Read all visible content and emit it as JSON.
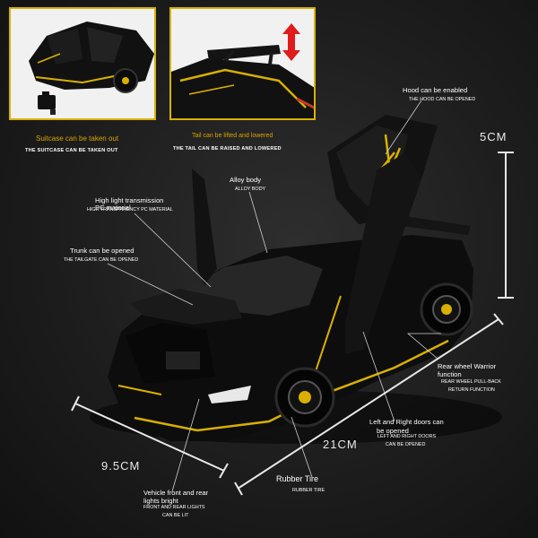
{
  "captions": {
    "suitcase_title": "Suitcase can be taken out",
    "suitcase_sub": "THE SUITCASE CAN BE TAKEN OUT",
    "tail_title": "Tail can be lifted and lowered",
    "tail_sub": "THE TAIL CAN BE RAISED AND LOWERED"
  },
  "callouts": {
    "hood_title": "Hood can be enabled",
    "hood_sub": "THE HOOD CAN BE OPENED",
    "alloy_title": "Alloy body",
    "alloy_sub": "ALLOY BODY",
    "pc_title_1": "High light transmission",
    "pc_title_2": "PC material",
    "pc_sub": "HIGH TRANSPARENCY PC MATERIAL",
    "trunk_title": "Trunk can be opened",
    "trunk_sub": "THE TAILGATE CAN BE OPENED",
    "rear_title_1": "Rear wheel Warrior",
    "rear_title_2": "function",
    "rear_sub_1": "REAR WHEEL PULL-BACK",
    "rear_sub_2": "RETURN FUNCTION",
    "doors_title_1": "Left and Right doors can",
    "doors_title_2": "be opened",
    "doors_sub_1": "LEFT AND RIGHT DOORS",
    "doors_sub_2": "CAN BE OPENED",
    "tire_title": "Rubber Tire",
    "tire_sub": "RUBBER TIRE",
    "lights_title_1": "Vehicle front and rear",
    "lights_title_2": "lights bright",
    "lights_sub_1": "FRONT AND REAR LIGHTS",
    "lights_sub_2": "CAN BE LIT"
  },
  "dimensions": {
    "height": "5CM",
    "length": "21CM",
    "width": "9.5CM"
  },
  "colors": {
    "accent_yellow": "#d8b200",
    "caption_orange": "#d8a400",
    "car_body": "#0d0d0d",
    "car_trim": "#d9b000"
  }
}
